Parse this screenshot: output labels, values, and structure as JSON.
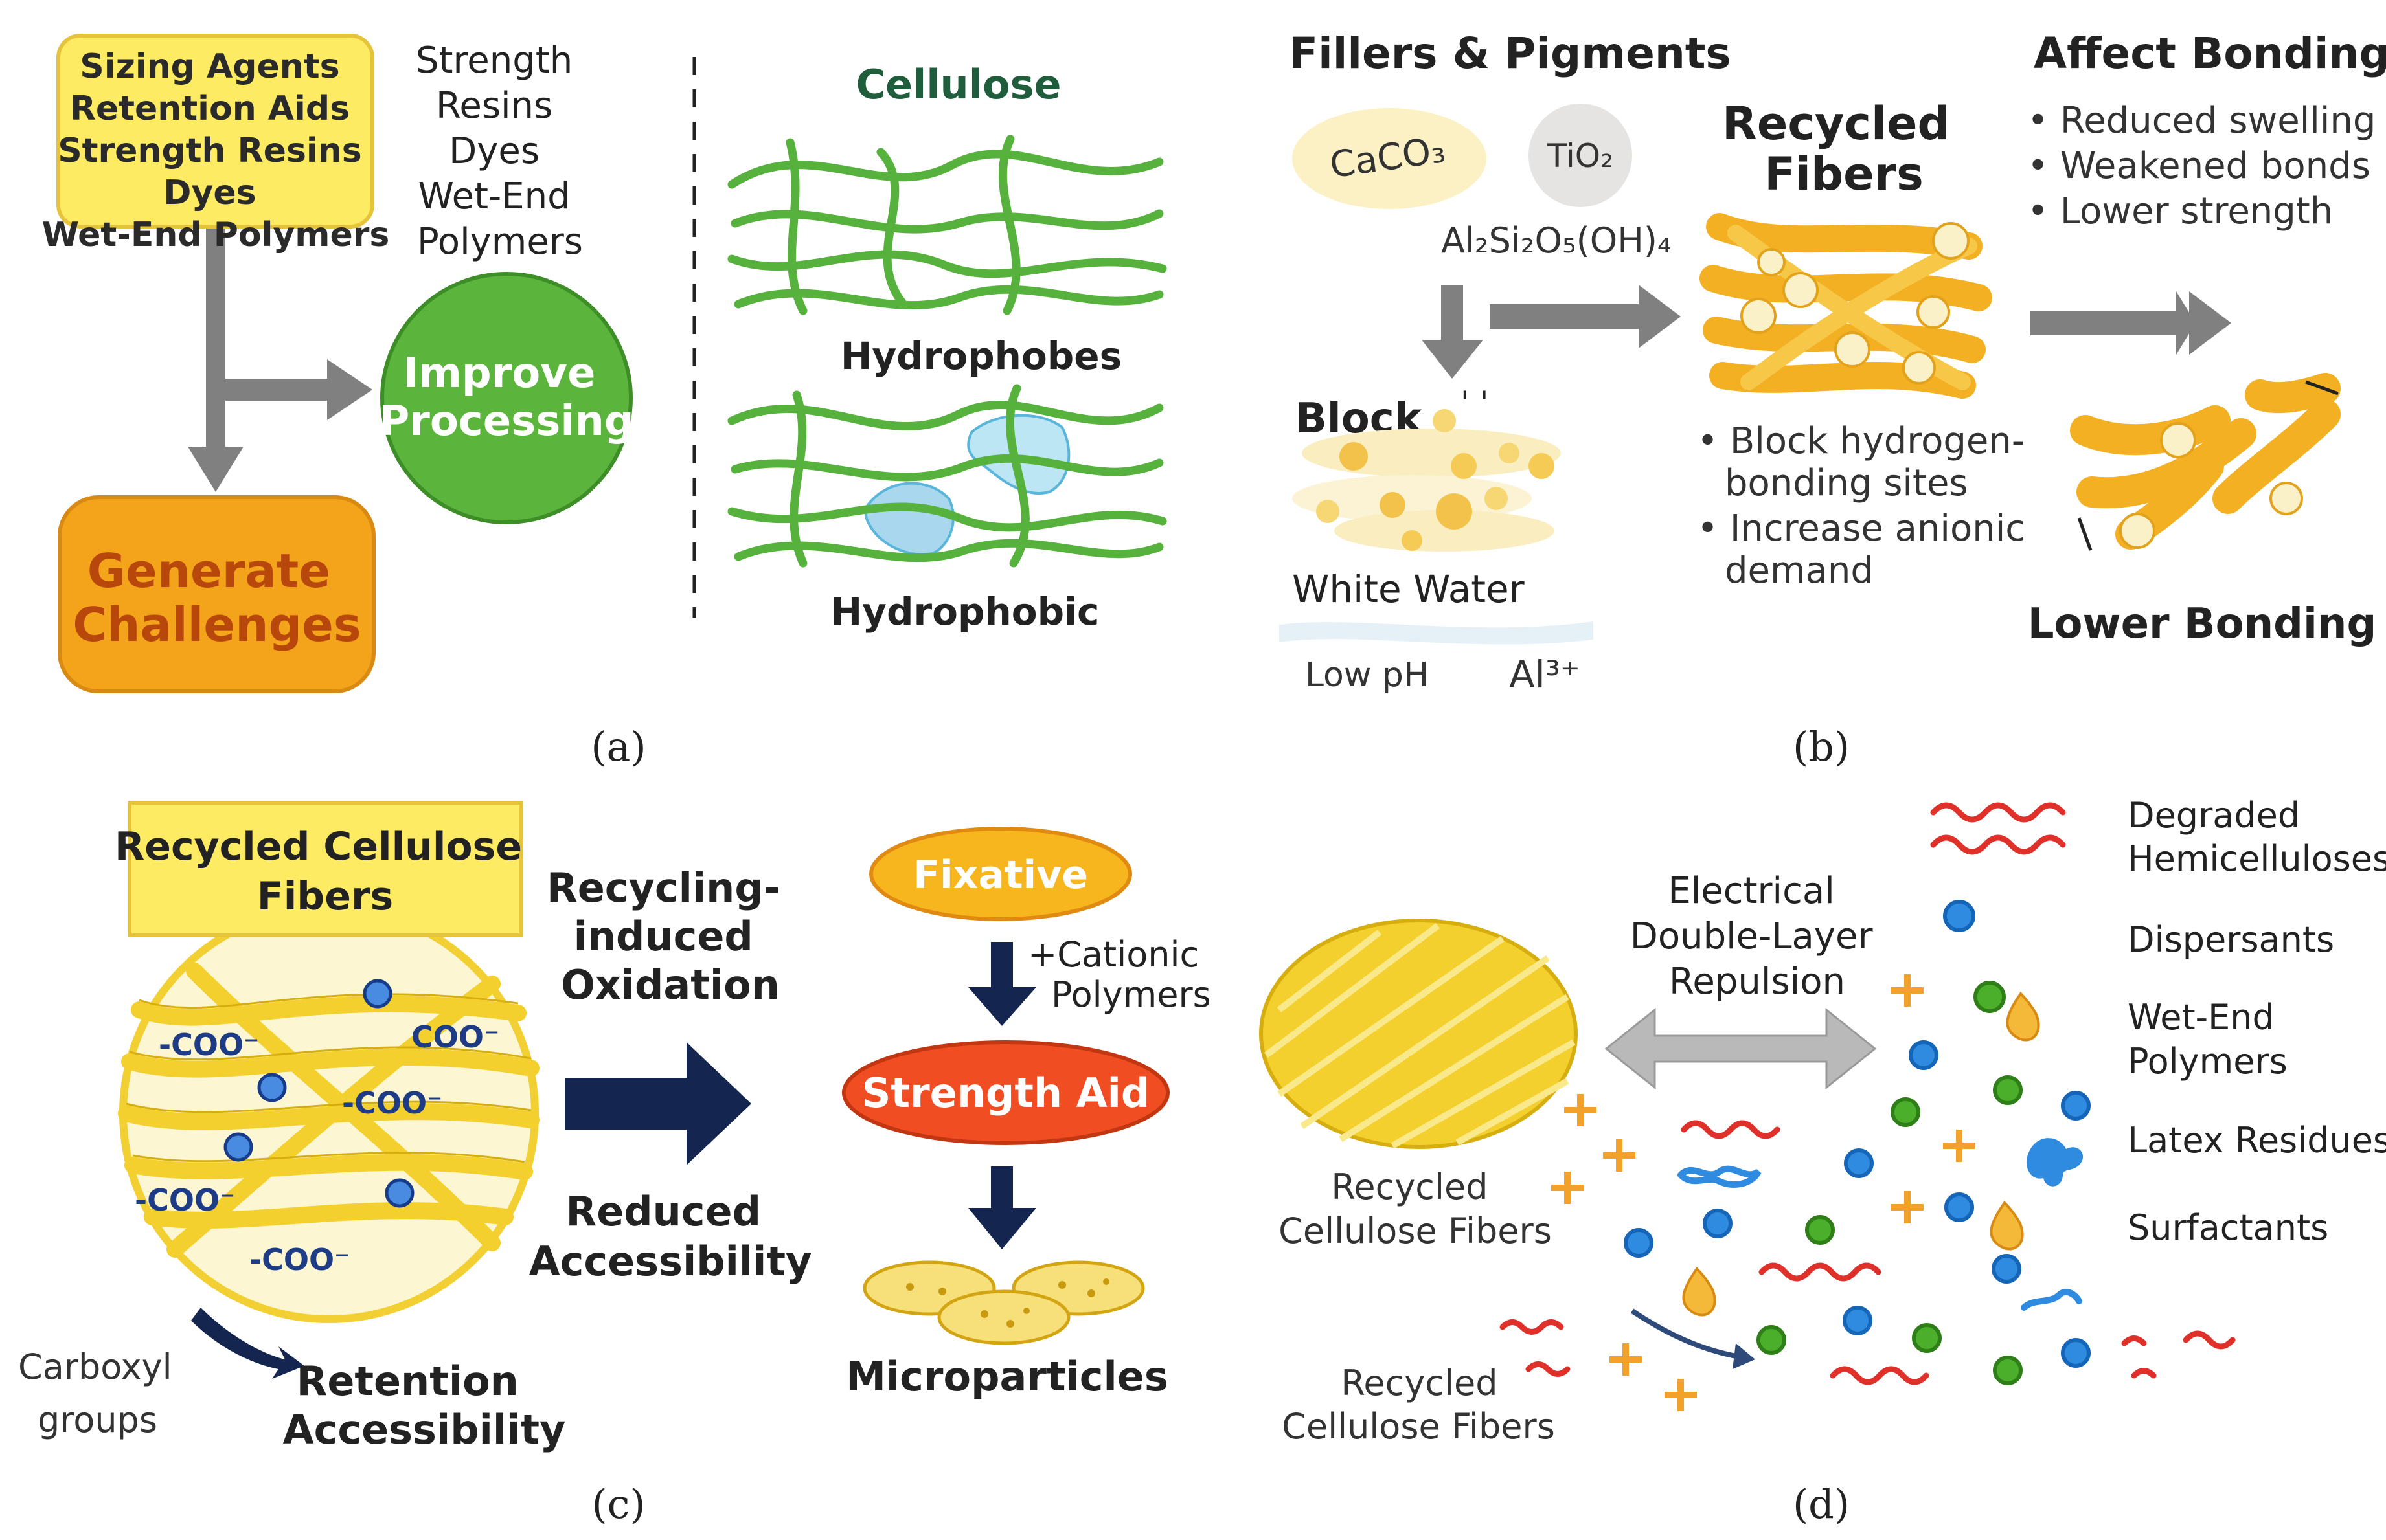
{
  "panel_a": {
    "inputs": [
      "Sizing Agents",
      "Retention Aids",
      "Strength Resins",
      "Dyes",
      "Wet-End Polymers"
    ],
    "side_list": [
      "Strength",
      "Resins",
      "Dyes",
      "Wet-End",
      "Polymers"
    ],
    "improve": [
      "Improve",
      "Processing"
    ],
    "generate": [
      "Generate",
      "Challenges"
    ],
    "cellulose_label": "Cellulose",
    "hydrophobes_label": "Hydrophobes",
    "hydrophobic_label": "Hydrophobic",
    "caption": "(a)"
  },
  "panel_b": {
    "title": "Fillers & Pigments",
    "caco3": "CaCO₃",
    "tio2": "TiO₂",
    "kaolin": "Al₂Si₂O₅(OH)₄",
    "block": "Block",
    "white_water": "White Water",
    "low_ph": "Low pH",
    "al3": "Al³⁺",
    "recycled": [
      "Recycled",
      "Fibers"
    ],
    "fiber_bullets": [
      "• Block hydrogen-",
      "bonding sites",
      "• Increase anionic",
      "demand"
    ],
    "affect_title": "Affect Bonding",
    "affect_bullets": [
      "• Reduced swelling",
      "• Weakened bonds",
      "• Lower strength"
    ],
    "lower_bonding": "Lower Bonding",
    "caption": "(b)"
  },
  "panel_c": {
    "fibers_title": [
      "Recycled Cellulose",
      "Fibers"
    ],
    "coo_labels": [
      "-COO⁻",
      "COO⁻",
      "-COO⁻",
      "-COO⁻",
      "-COO⁻"
    ],
    "recycling": [
      "Recycling-",
      "induced",
      "Oxidation"
    ],
    "reduced": [
      "Reduced",
      "Accessibility"
    ],
    "fixative": "Fixative",
    "cationic": [
      "+Cationic",
      "Polymers"
    ],
    "strength_aid": "Strength Aid",
    "microparticles": "Microparticles",
    "carboxyl": [
      "Carboxyl",
      "groups"
    ],
    "retention": [
      "Retention",
      "Accessibility"
    ],
    "caption": "(c)"
  },
  "panel_d": {
    "edl": [
      "Electrical",
      "Double-Layer",
      "Repulsion"
    ],
    "fibers1": [
      "Recycled",
      "Cellulose Fibers"
    ],
    "fibers2": [
      "Recycled",
      "Cellulose Fibers"
    ],
    "legend": [
      [
        "Degraded",
        "Hemicelluloses"
      ],
      [
        "Dispersants"
      ],
      [
        "Wet-End",
        "Polymers"
      ],
      [
        "Latex Residues"
      ],
      [
        "Surfactants"
      ]
    ],
    "caption": "(d)"
  },
  "colors": {
    "fiber_green": "#56B23D",
    "fiber_yellow": "#F4D02F",
    "fiber_orange": "#F3B023",
    "improve_green": "#5BB53C",
    "generate_orange": "#F3A41B",
    "navy": "#14264F",
    "grey_arrow": "#7B7B7B",
    "fixative": "#F7B51E",
    "strength_aid": "#F04E22",
    "red_chain": "#E0302A",
    "blue_dot": "#2E8BE0",
    "green_dot": "#4CAF2B",
    "plus_orange": "#F2A12B"
  }
}
